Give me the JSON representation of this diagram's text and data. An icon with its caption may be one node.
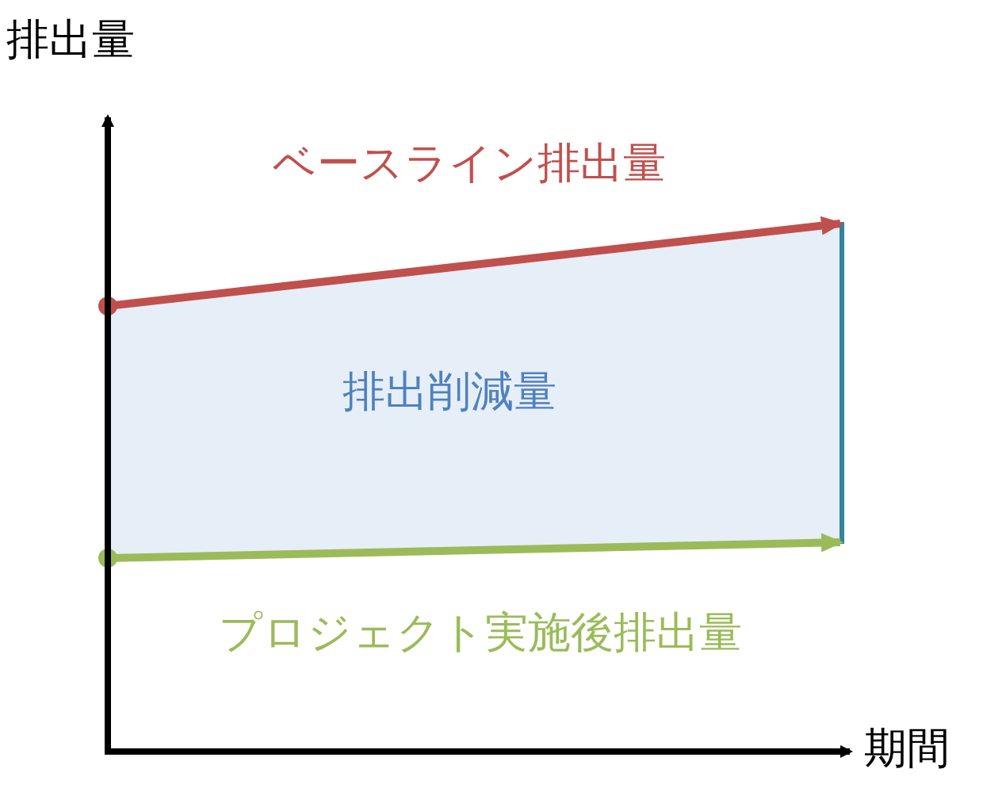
{
  "diagram": {
    "nodes": [
      {
        "text": [
          "排出削減量"
        ]
      }
    ],
    "labels": [
      "排出量",
      "ベースライン排出量",
      "プロジェクト実施後排出量",
      "期間"
    ]
  }
}
